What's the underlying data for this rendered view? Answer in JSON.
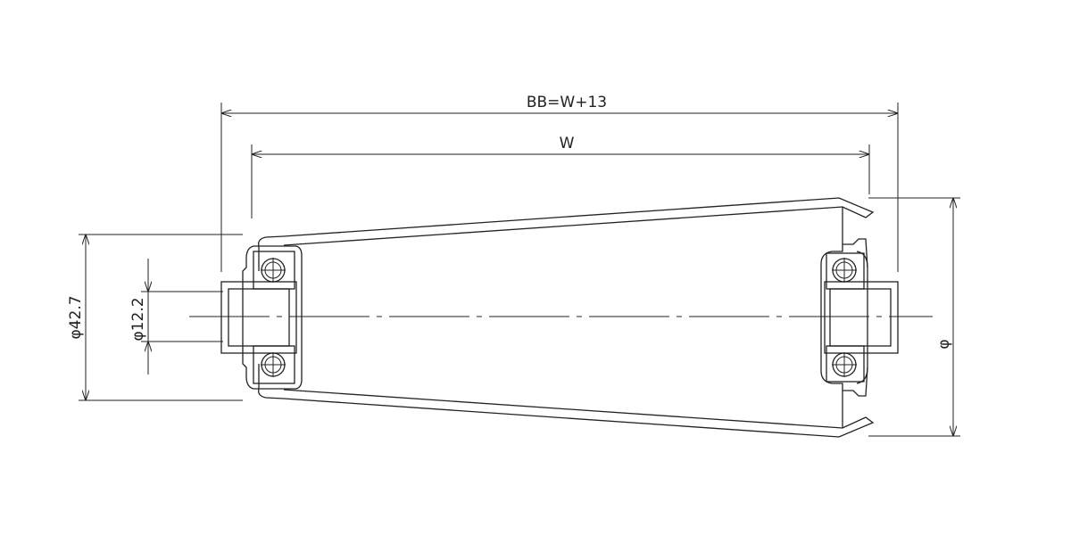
{
  "dimensions": {
    "overall_width": "BB=W+13",
    "face_width": "W",
    "large_end_diameter": "φ42.7",
    "shaft_diameter": "φ12.2",
    "small_end_diameter": "φ"
  },
  "colors": {
    "line": "#222222",
    "background": "#ffffff"
  }
}
